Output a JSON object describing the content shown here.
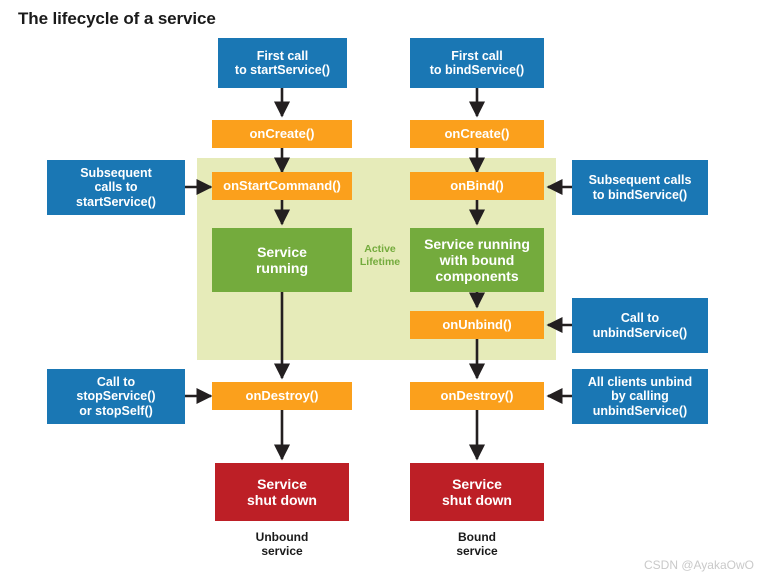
{
  "title": "The lifecycle of a service",
  "watermark": "CSDN @AyakaOwO",
  "colors": {
    "blue": "#1a77b4",
    "orange": "#fba01c",
    "green": "#74ab3d",
    "red": "#bd1f26",
    "active_region": "#e6ebb9",
    "arrow": "#231f20",
    "title_text": "#1a1a1a"
  },
  "active_lifetime": {
    "label": "Active\nLifetime"
  },
  "unbound_column": {
    "label": "Unbound\nservice",
    "first_call": "First call\nto startService()",
    "on_create": "onCreate()",
    "on_start_command": "onStartCommand()",
    "service_running": "Service\nrunning",
    "on_destroy": "onDestroy()",
    "service_shut_down": "Service\nshut down",
    "subsequent_calls": "Subsequent\ncalls to\nstartService()",
    "stop_call": "Call to\nstopService()\nor stopSelf()"
  },
  "bound_column": {
    "label": "Bound\nservice",
    "first_call": "First call\nto bindService()",
    "on_create": "onCreate()",
    "on_bind": "onBind()",
    "service_running_bound": "Service running\nwith bound\ncomponents",
    "on_unbind": "onUnbind()",
    "on_destroy": "onDestroy()",
    "service_shut_down": "Service\nshut down",
    "subsequent_calls": "Subsequent calls\nto bindService()",
    "unbind_call": "Call to\nunbindService()",
    "all_clients_unbind": "All clients unbind\nby calling\nunbindService()"
  }
}
